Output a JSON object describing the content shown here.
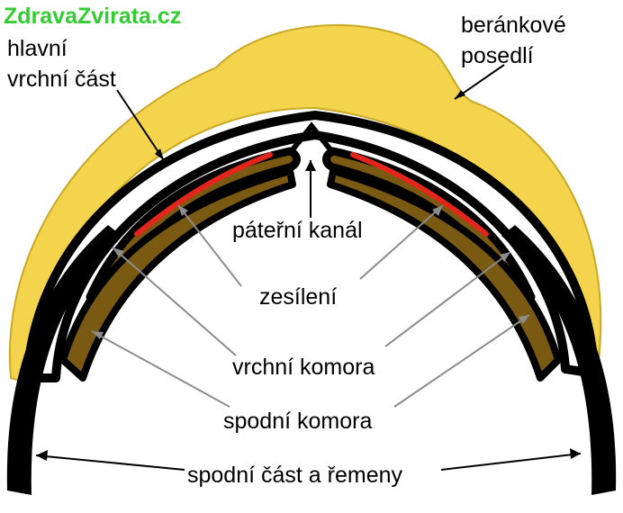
{
  "watermark": {
    "text": "ZdravaZvirata.cz",
    "color": "#33cc33"
  },
  "labels": {
    "main_top_line1": "hlavní",
    "main_top_line2": "vrchní část",
    "saddle_line1": "beránkové",
    "saddle_line2": "posedlí",
    "spinal_channel": "páteřní kanál",
    "reinforcement": "zesílení",
    "upper_chamber": "vrchní komora",
    "lower_chamber": "spodní komora",
    "bottom_straps": "spodní část a řemeny"
  },
  "colors": {
    "saddle_fill": "#f5d44d",
    "saddle_stroke": "#c9a825",
    "frame": "#000000",
    "chamber_fill": "#7a5a12",
    "reinforcement": "#e3261b",
    "pointer_gray": "#8c8c8c",
    "pointer_black": "#000000"
  }
}
